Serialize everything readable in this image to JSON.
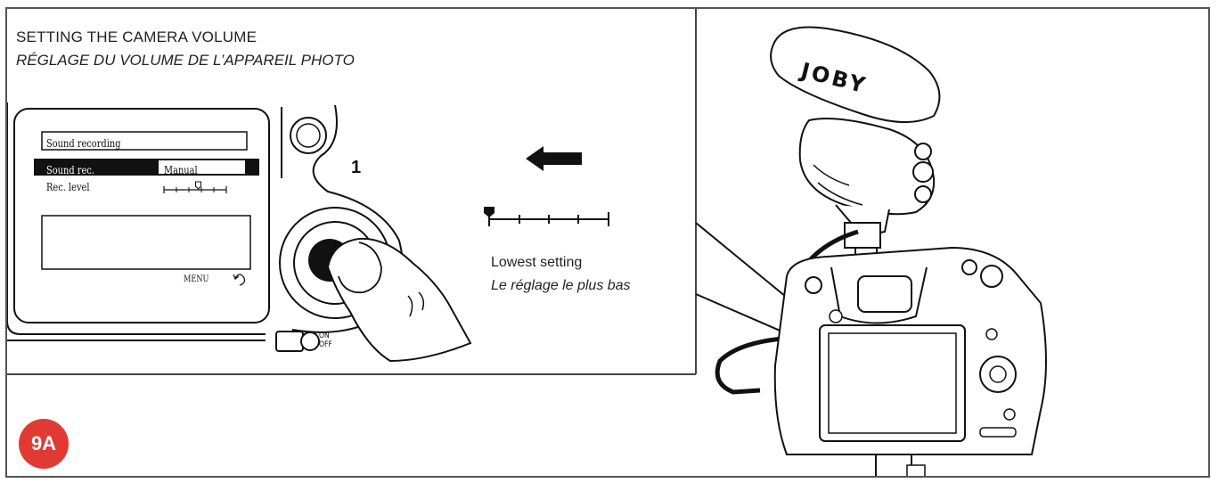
{
  "title": "SETTING THE CAMERA VOLUME",
  "title_fr": "RÉGLAGE DU VOLUME DE L’APPAREIL PHOTO",
  "lcd_menu": {
    "header": "Sound recording",
    "row_label": "Sound rec.",
    "row_value": "Manual",
    "level_label": "Rec. level",
    "menu_button": "MENU",
    "level_position": 0.55
  },
  "step_number": "1",
  "power_switch": {
    "on": "ON",
    "off": "OFF"
  },
  "caption": "Lowest setting",
  "caption_fr": "Le réglage le plus bas",
  "level_scale": {
    "ticks": 5,
    "marker_position": 0
  },
  "badge_label": "9A",
  "brand": "JOBY",
  "colors": {
    "badge": "#e03a33",
    "line": "#111111",
    "border": "#555555"
  }
}
